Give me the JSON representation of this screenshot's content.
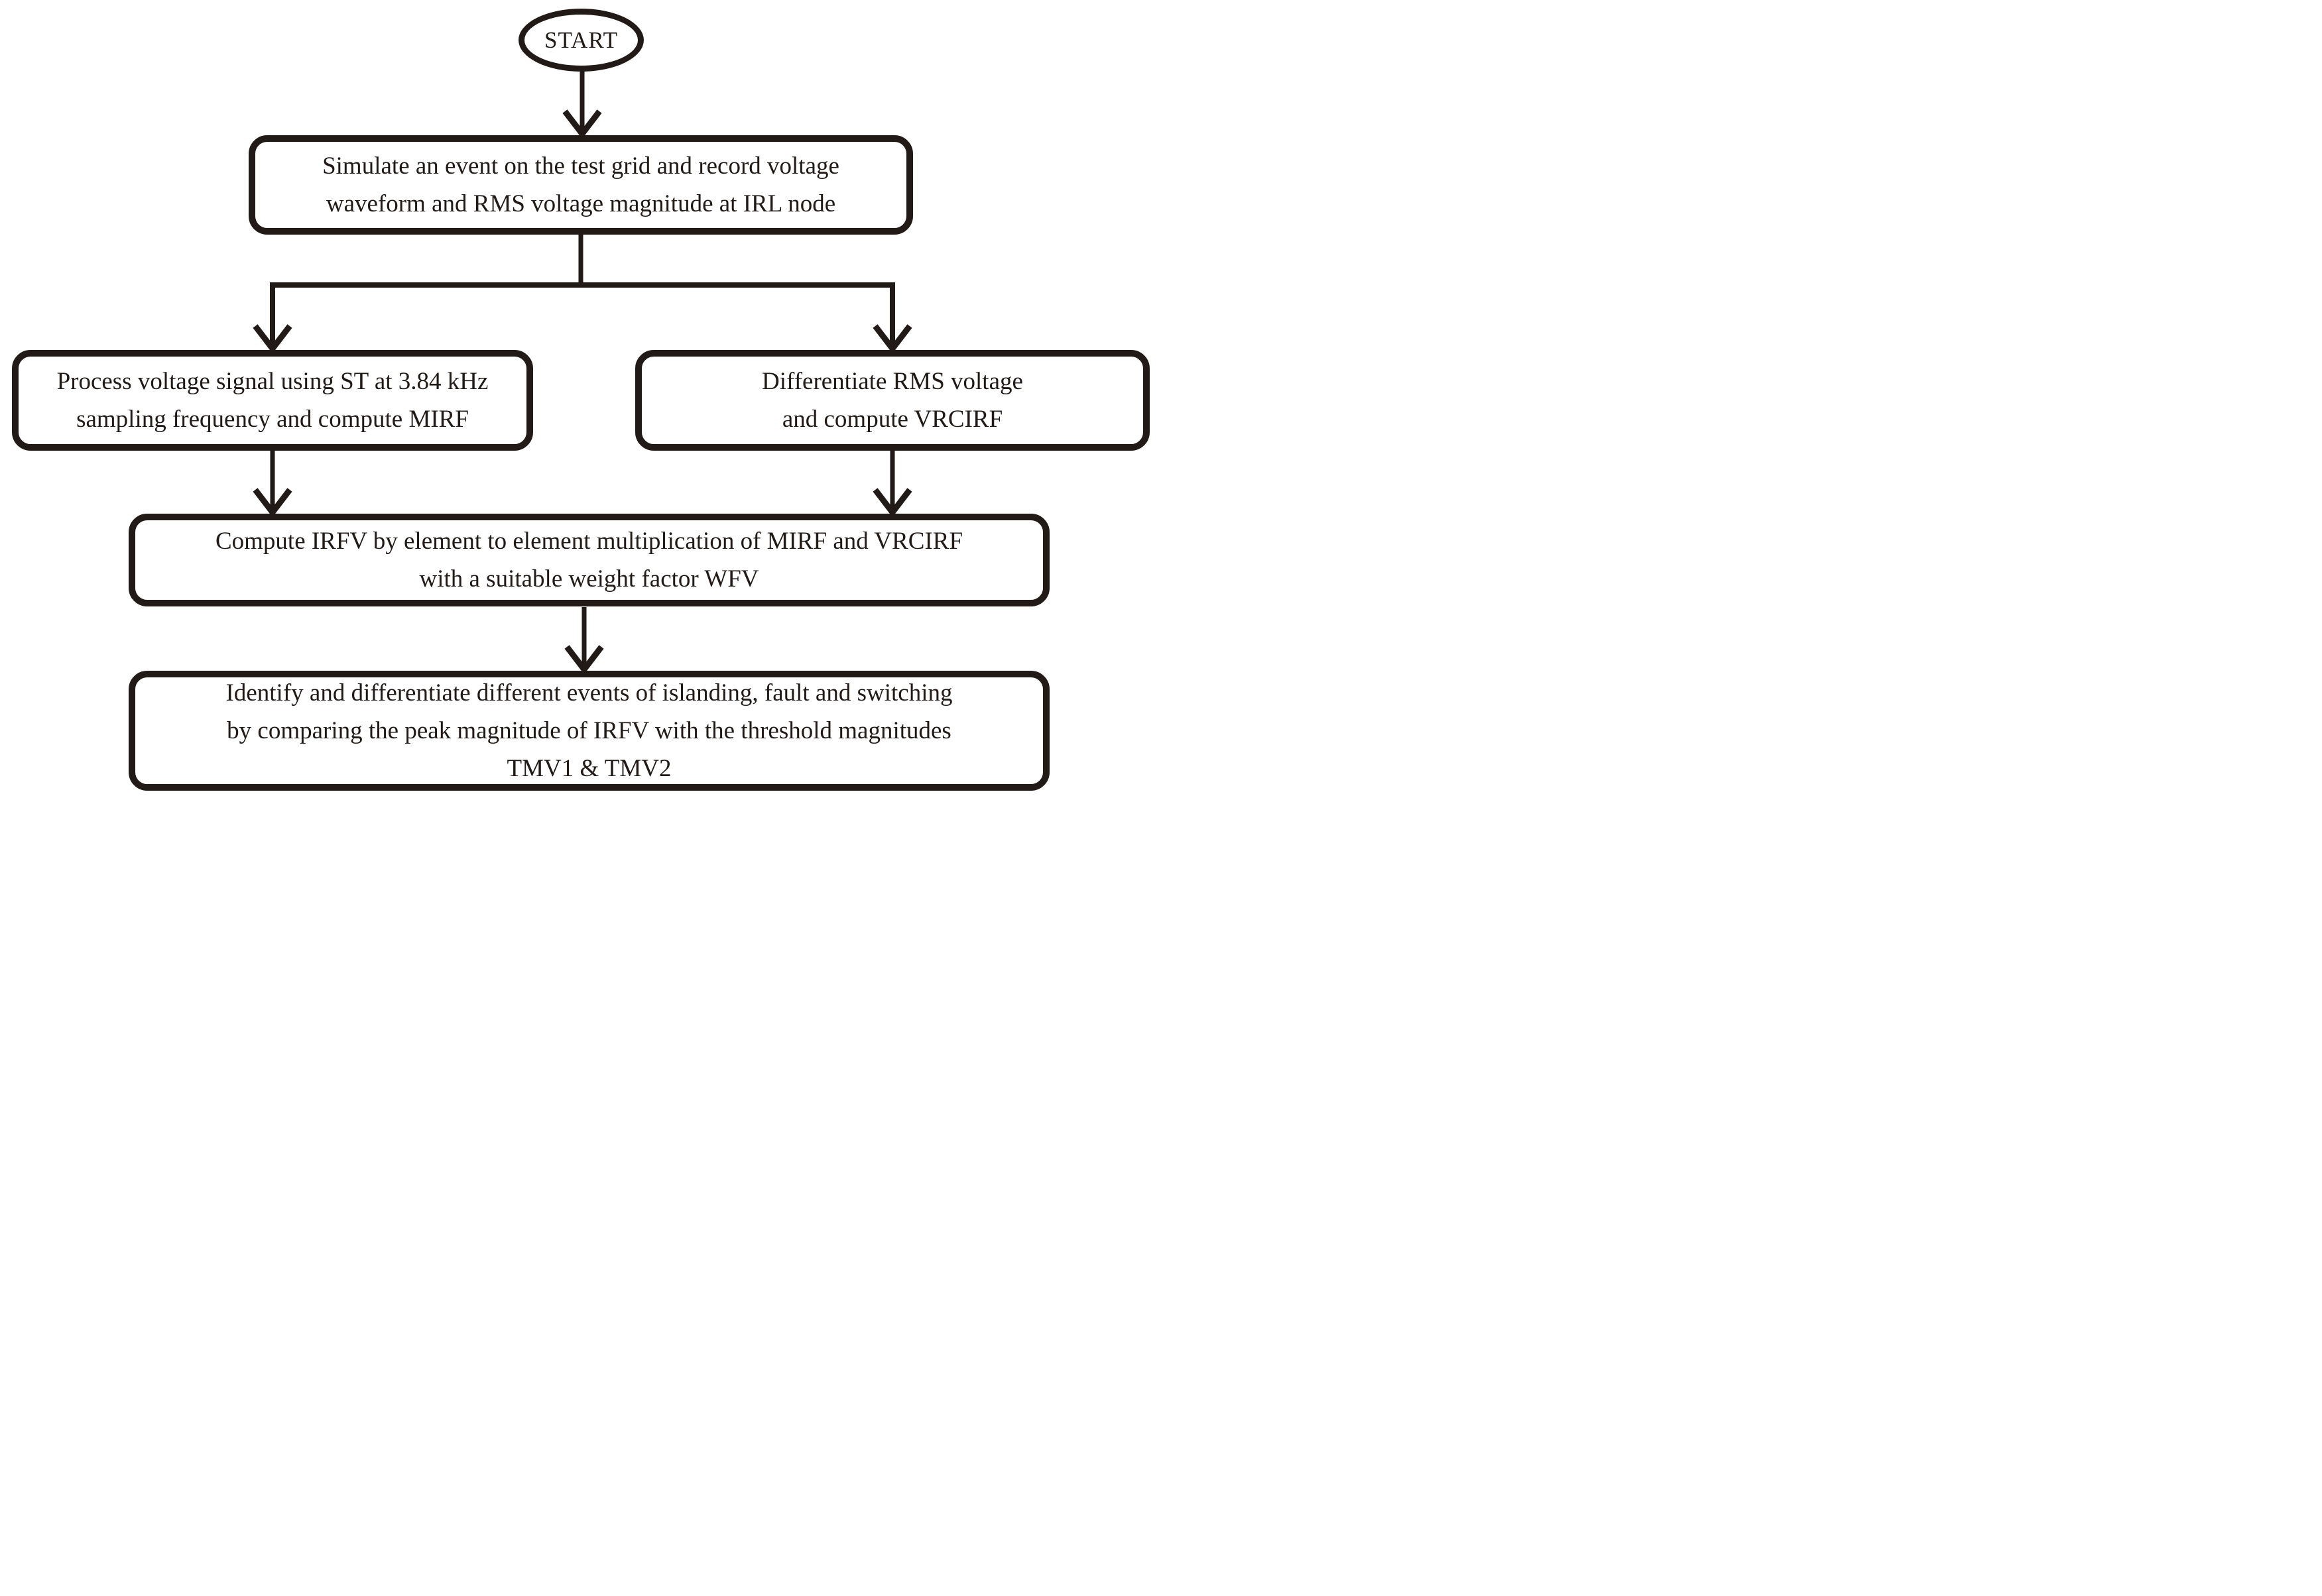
{
  "ink_color": "#221a16",
  "background_color": "#ffffff",
  "diagram": {
    "type": "flowchart",
    "nodes": {
      "start": {
        "shape": "terminator",
        "lines": [
          "START"
        ]
      },
      "simulate": {
        "shape": "process",
        "lines": [
          "Simulate an event on the test grid and record voltage",
          "waveform and RMS voltage magnitude at IRL node"
        ]
      },
      "process_st": {
        "shape": "process",
        "lines": [
          "Process voltage signal using ST at 3.84 kHz",
          "sampling frequency and compute MIRF"
        ]
      },
      "differentiate": {
        "shape": "process",
        "lines": [
          "Differentiate RMS voltage",
          "and compute VRCIRF"
        ]
      },
      "compute_irfv": {
        "shape": "process",
        "lines": [
          "Compute IRFV by element to element multiplication of MIRF and VRCIRF",
          "with a suitable weight factor WFV"
        ]
      },
      "identify": {
        "shape": "process",
        "lines": [
          "Identify and differentiate different events of islanding, fault and switching",
          "by comparing the peak magnitude of IRFV with the threshold magnitudes",
          "TMV1 & TMV2"
        ]
      }
    },
    "edges": [
      {
        "from": "start",
        "to": "simulate"
      },
      {
        "from": "simulate",
        "to": "process_st"
      },
      {
        "from": "simulate",
        "to": "differentiate"
      },
      {
        "from": "process_st",
        "to": "compute_irfv"
      },
      {
        "from": "differentiate",
        "to": "compute_irfv"
      },
      {
        "from": "compute_irfv",
        "to": "identify"
      }
    ]
  }
}
